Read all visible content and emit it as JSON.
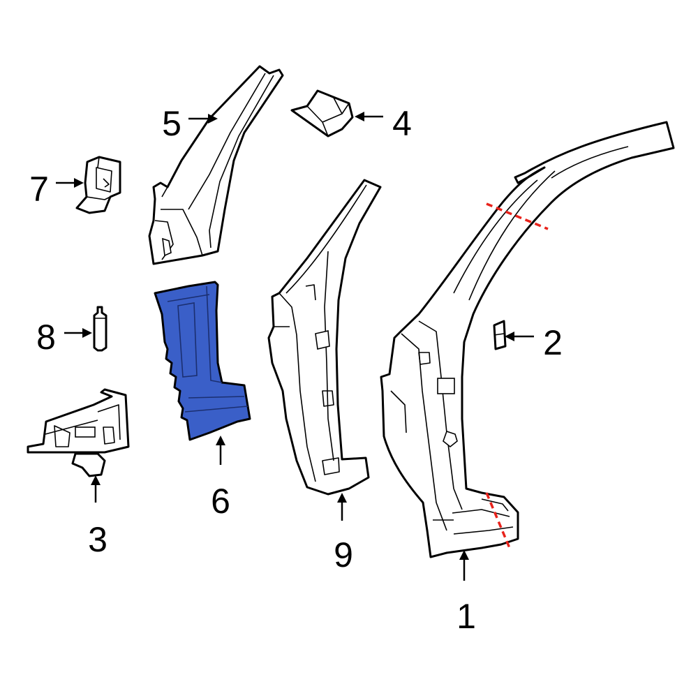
{
  "diagram": {
    "highlight_color": "#3a5fc8",
    "cut_line_color": "#e8221b",
    "callouts": {
      "c1": "1",
      "c2": "2",
      "c3": "3",
      "c4": "4",
      "c5": "5",
      "c6": "6",
      "c7": "7",
      "c8": "8",
      "c9": "9"
    },
    "highlighted_part": "6"
  }
}
